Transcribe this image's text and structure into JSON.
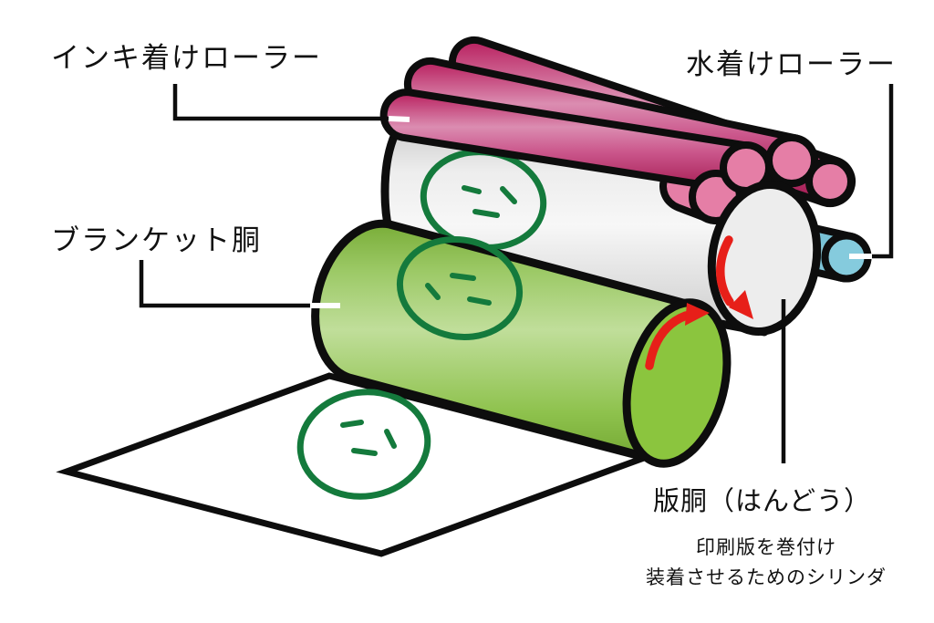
{
  "diagram": {
    "title_context": "offset-printing-unit-diagram",
    "labels": {
      "ink_rollers": "インキ着けローラー",
      "water_roller": "水着けローラー",
      "blanket_cylinder": "ブランケット胴",
      "plate_cylinder": "版胴（はんどう）",
      "plate_note_line1": "印刷版を巻付け",
      "plate_note_line2": "装着させるためのシリンダ"
    },
    "colors": {
      "outline": "#0d0d0d",
      "textBlack": "#111111",
      "pinkDark": "#b81f5e",
      "pinkHighlight": "#db8db1",
      "pinkMid": "#cb578c",
      "pinkDeep": "#a31950",
      "pinkEnd": "#e57ea6",
      "greenEdge": "#79ad38",
      "greenHighlight": "#c0de9a",
      "greenDeep": "#74a833",
      "greenEnd": "#8bc53e",
      "grayEdge": "#c6c6c6",
      "grayLight": "#f7f7f7",
      "grayDeep": "#cccccc",
      "plateEnd": "#ededed",
      "waterBlue": "#85cbdd",
      "waterBlueLight": "#9ad8e7",
      "designGreen": "#147a3c",
      "arrowRed": "#e71f19",
      "paperWhite": "#ffffff",
      "leaderStub": "#ffffff"
    }
  }
}
